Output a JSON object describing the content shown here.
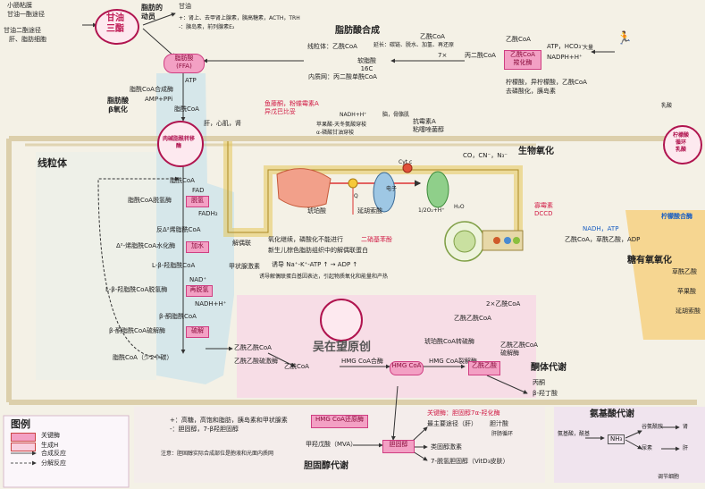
{
  "fat_source": {
    "intestinal_line1": "小肠粘膜",
    "intestinal_line2": "甘油一酯途径",
    "liver_line1": "甘油二酯途径",
    "liver_line2": "肝、脂肪细胞",
    "triglyceride": "甘油\n三酯",
    "glycerol": "甘油",
    "mobilization_title": "脂肪的\n动员",
    "hormones_stim": "+：肾上、去甲肾上腺素，胰高糖素，ACTH，TRH",
    "hormones_inhib": "-：胰岛素，前列腺素E₂"
  },
  "ffa": "脂肪酸\n(FFA)",
  "fa_synthesis": {
    "title": "脂肪酸合成",
    "malonyl_coa": "丙二酰CoA",
    "acetyl_coa": "乙酰CoA",
    "mitochondrial_path": "线粒体：乙酰CoA",
    "extension": "延长：碳链、脱水、加氢、再还原",
    "palmitate": "软脂酸\n16C",
    "er_path": "内质网：丙二酸单酰CoA",
    "times7": "7×",
    "acetyl_carboxylase": "乙酰CoA\n羧化酶",
    "activators": "柠檬酸，异柠檬酸，乙酰CoA",
    "inhibitors": "去磷酸化，胰岛素",
    "cofactors": "ATP，HCO₃⁻",
    "nadph": "NADPH+H⁺",
    "large_label": "大量"
  },
  "beta_ox": {
    "title": "脂肪酸\nβ氧化",
    "atp": "ATP",
    "fa_coa_synthase": "脂酰CoA合成酶",
    "amp_ppi": "AMP+PPi",
    "fa_coa": "脂酰CoA",
    "tissues": "肝，心肌，肾",
    "carnitine_label": "肉碱脂酰转移酶",
    "mito_label": "线粒体",
    "fa_coa_in": "脂酰CoA",
    "fad": "FAD",
    "dehydrogenase": "脂酰CoA脱氢酶",
    "dehydro_box": "脱氢",
    "fadh2": "FADH₂",
    "trans_enoyl": "反Δ²烯脂酰CoA",
    "hydratase": "Δ²-烯脂酰CoA水化酶",
    "hydration_box": "加水",
    "l_hydroxy": "L-β-羟脂酰CoA",
    "nad": "NAD⁺",
    "hydroxy_dehyd": "L-β-羟脂酰CoA脱氢酶",
    "redehyd_box": "再脱氢",
    "nadh": "NADH+H⁺",
    "keto": "β-酮脂酰CoA",
    "thiolase": "β-酮脂酰CoA硫解酶",
    "thiolysis_box": "硫解",
    "product": "脂酰CoA（少2个碳）"
  },
  "etc": {
    "title": "生物氧化",
    "fish_toxin": "鱼藤酮，粉蝶霉素A\n异戊巴比妥",
    "nadh_h": "NADH+H⁺",
    "brain_muscle": "脑，骨骼肌",
    "malate_shuttle": "苹果酸-天冬氨酸穿梭",
    "glycerol_shuttle": "α-磷酸甘油穿梭",
    "antimycin": "抗霉素A\n粘噻唑菌醇",
    "succinate_dh": "琥珀酸",
    "fumarate": "延胡索酸",
    "cyanide": "CO，CN⁻，N₃⁻",
    "o2_h2o": "1/2O₂+H⁺",
    "h2o": "H₂O",
    "oligomycin": "寡霉素\nDCCD",
    "uncoupler_note1": "氧化继续，磷酸化不能进行",
    "uncoupler_name": "二硝基苯酚",
    "uncoupler_note2": "新生儿棕色脂肪组织中的解偶联蛋白",
    "uncoupler_label": "解偶联",
    "thyroid_label": "甲状腺激素",
    "thyroid_effect": "诱导 Na⁺-K⁺-ATP ↑ → ADP ↑",
    "thyroid_note": "诱导解偶联蛋白基因表达，引起物质氧化和能量和产热",
    "cytc": "Cyt c",
    "q_label": "Q",
    "e_label": "电子"
  },
  "tca": {
    "title": "柠檬酸循环",
    "circle_label": "柠檬酸\n循环\n乳酸",
    "nadh_atp": "NADH，ATP",
    "cofactors_line": "乙酰CoA，草酰乙酸，ADP",
    "citrate_synthase": "柠檬酸合酶",
    "sugar_title": "糖有氧氧化",
    "lactate": "乳酸",
    "oxaloacetate": "草酰乙酸",
    "malate": "苹果酸",
    "fumarate": "延胡索酸"
  },
  "ketone": {
    "title": "酮体代谢",
    "author": "吴在望原创",
    "acetoacetyl_coa": "乙酰乙酰CoA",
    "hmg_coa_synthase": "HMG CoA合酶",
    "hmg_coa": "HMG CoA",
    "hmg_lyase": "HMG CoA裂解酶",
    "acetoacetate": "乙酰乙酸",
    "acetone": "丙酮",
    "beta_hydroxy": "β-羟丁酸",
    "thiolase": "乙酰乙酰CoA\n硫解酶",
    "acetyl_coa_2": "2×乙酰CoA",
    "succinyl_transfer": "琥珀酰CoA转硫酶",
    "acetoacetyl_coa_2": "乙酰乙酰CoA",
    "acetyl_coa": "乙酰CoA",
    "kinase_label": "乙酰乙酸硫激酶"
  },
  "cholesterol": {
    "title": "胆固醇代谢",
    "regulators": "+：高糖，高饱和脂肪，胰岛素和甲状腺素",
    "regulators2": "-：胆固醇，7-β羟胆固醇",
    "hmg_reductase": "HMG CoA还原酶",
    "mevalonate": "甲羟戊酸（MVA）",
    "cholesterol": "胆固醇",
    "key_enzyme": "关键酶：胆固醇7α-羟化酶",
    "bile_main": "最主要途径（肝）",
    "bile_acid": "胆汁酸",
    "bile_note": "肝肠循环",
    "steroid": "类固醇激素",
    "vitd": "7-脱氢胆固醇（VitD₃皮肤）",
    "note": "注意：胆固醇实际合成部位是胞液和光面内质网"
  },
  "amino": {
    "title": "氨基酸代谢",
    "decarboxyl": "氨基酸，酰基",
    "nh3": "NH₃",
    "glutamine": "谷氨酰胺",
    "urea": "尿素",
    "kidney": "肾",
    "liver": "肝",
    "regulation": "调节细胞"
  },
  "legend": {
    "title": "图例",
    "key_enzyme": "关键酶",
    "product": "生成H",
    "synthesis": "合成反应",
    "breakdown": "分解反应"
  },
  "colors": {
    "pink_fill": "#f3a0c4",
    "crimson": "#b0144f",
    "teal_bg": "#cfe3e6",
    "lime": "#9bc43a"
  }
}
